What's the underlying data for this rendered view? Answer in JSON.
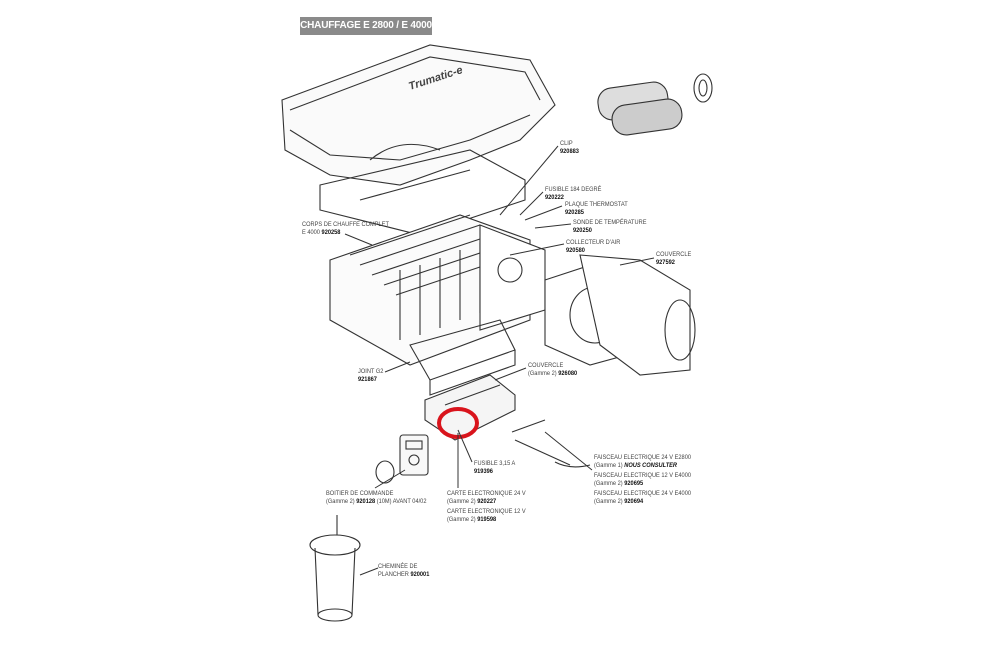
{
  "title": "CHAUFFAGE E 2800 / E 4000",
  "brand_on_cover": "Trumatic-e",
  "highlight_color": "#d9141c",
  "parts": [
    {
      "name": "CLIP",
      "ref": "920883"
    },
    {
      "name": "FUSIBLE 184 DEGRÉ",
      "ref": "920222"
    },
    {
      "name": "PLAQUE THERMOSTAT",
      "ref": "920285"
    },
    {
      "name": "SONDE DE TEMPÉRATURE",
      "ref": "920250"
    },
    {
      "name": "COLLECTEUR D'AIR",
      "ref": "920580"
    },
    {
      "name": "COUVERCLE",
      "ref": "927592"
    },
    {
      "name": "CORPS DE CHAUFFE COMPLET",
      "name2": "E 4000",
      "ref": "920258"
    },
    {
      "name": "JOINT G2",
      "ref": "921867"
    },
    {
      "name": "COUVERCLE",
      "range": "(Gamme 2)",
      "ref": "926080"
    },
    {
      "name": "FUSIBLE 3,15 A",
      "ref": "919396"
    },
    {
      "name": "BOITIER DE COMMANDE",
      "range": "(Gamme 2)",
      "ref": "920128",
      "note": "(10M) AVANT 04/02"
    },
    {
      "name": "CARTE ELECTRONIQUE 24 V",
      "range": "(Gamme 2)",
      "ref": "920227"
    },
    {
      "name": "CARTE ELECTRONIQUE 12 V",
      "range": "(Gamme 2)",
      "ref": "919598"
    },
    {
      "name": "FAISCEAU ELECTRIQUE 24 V E2800",
      "range": "(Gamme 1)",
      "ref": "NOUS CONSULTER"
    },
    {
      "name": "FAISCEAU ELECTRIQUE 12 V E4000",
      "range": "(Gamme 2)",
      "ref": "920695"
    },
    {
      "name": "FAISCEAU ELECTRIQUE 24 V E4000",
      "range": "(Gamme 2)",
      "ref": "920694"
    },
    {
      "name": "CHEMINÉE DE",
      "name2": "PLANCHER",
      "ref": "920001"
    }
  ]
}
